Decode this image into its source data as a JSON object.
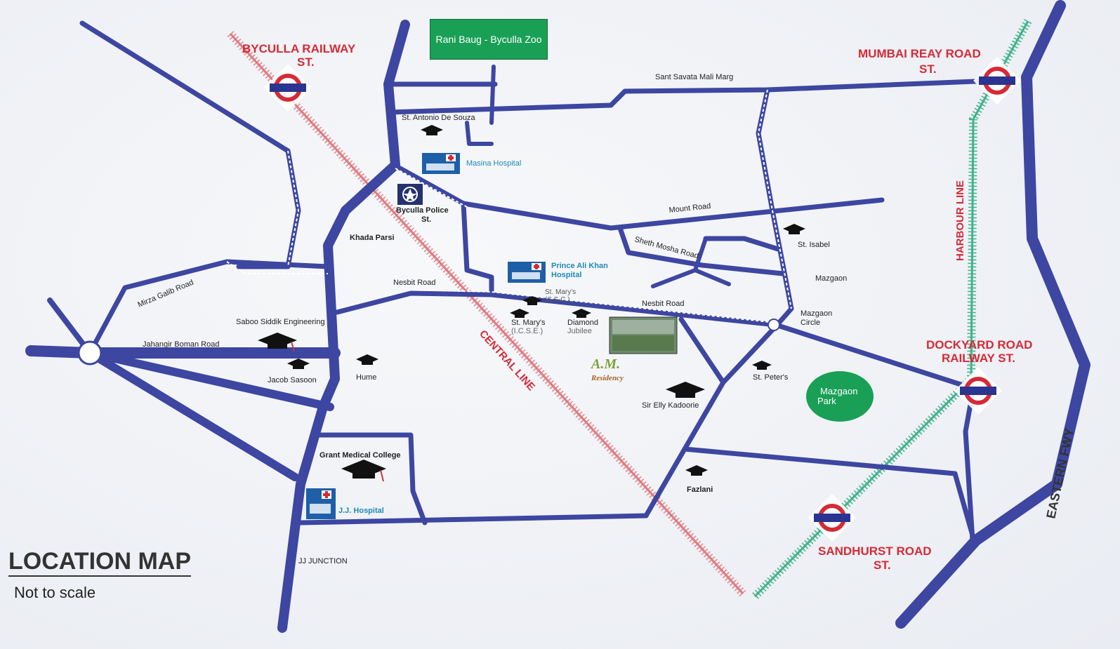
{
  "title": "LOCATION MAP",
  "subtitle": "Not to scale",
  "landmarks": {
    "zoo": "Rani Baug - Byculla Zoo",
    "park": [
      "Mazgaon",
      "Park"
    ]
  },
  "stations": {
    "byculla": [
      "BYCULLA RAILWAY",
      "ST."
    ],
    "reay_road": [
      "MUMBAI REAY ROAD",
      "ST."
    ],
    "dockyard": [
      "DOCKYARD ROAD",
      "RAILWAY ST."
    ],
    "sandhurst": [
      "SANDHURST ROAD",
      "ST."
    ]
  },
  "lines": {
    "central": "CENTRAL LINE",
    "harbour": "HARBOUR LINE",
    "eastern_fwy": "EASTERN FWY"
  },
  "roads": {
    "sant_savata": "Sant Savata Mali Marg",
    "mount_road": "Mount Road",
    "sheth_mosha": "Sheth Mosha Road",
    "nesbit_1": "Nesbit Road",
    "nesbit_2": "Nesbit Road",
    "mirza_galib": "Mirza Galib Road",
    "jahangir": "Jahangir Boman Road",
    "jj_junction": "JJ JUNCTION"
  },
  "places": {
    "st_antonio": "St. Antonio De Souza",
    "masina": "Masina Hospital",
    "police": [
      "Byculla Police",
      "St."
    ],
    "khada_parsi": "Khada Parsi",
    "prince_ali": [
      "Prince Ali Khan",
      "Hospital"
    ],
    "st_marys_ssc": [
      "St. Mary's",
      "(S.S.C.)"
    ],
    "st_marys_icse": [
      "St. Mary's",
      "(I.C.S.E.)"
    ],
    "diamond": [
      "Diamond",
      "Jubilee"
    ],
    "am_residency": [
      "A.M.",
      "Residency"
    ],
    "saboo": "Saboo Siddik Engineering",
    "jacob": "Jacob Sasoon",
    "hume": "Hume",
    "st_isabel": "St. Isabel",
    "mazgaon": "Mazgaon",
    "mazgaon_circle": [
      "Mazgaon",
      "Circle"
    ],
    "st_peters": "St. Peter's",
    "sir_elly": "Sir Elly Kadoorie",
    "fazlani": "Fazlani",
    "grant": "Grant Medical College",
    "jj_hospital": "J.J. Hospital"
  },
  "colors": {
    "road": "#3d46a0",
    "station_text": "#d62a36",
    "central_rail": "#e07a80",
    "harbour_rail": "#3fb38a",
    "zoo": "#1aa056",
    "park": "#1aa056",
    "hospital_text": "#1d8bb5"
  }
}
